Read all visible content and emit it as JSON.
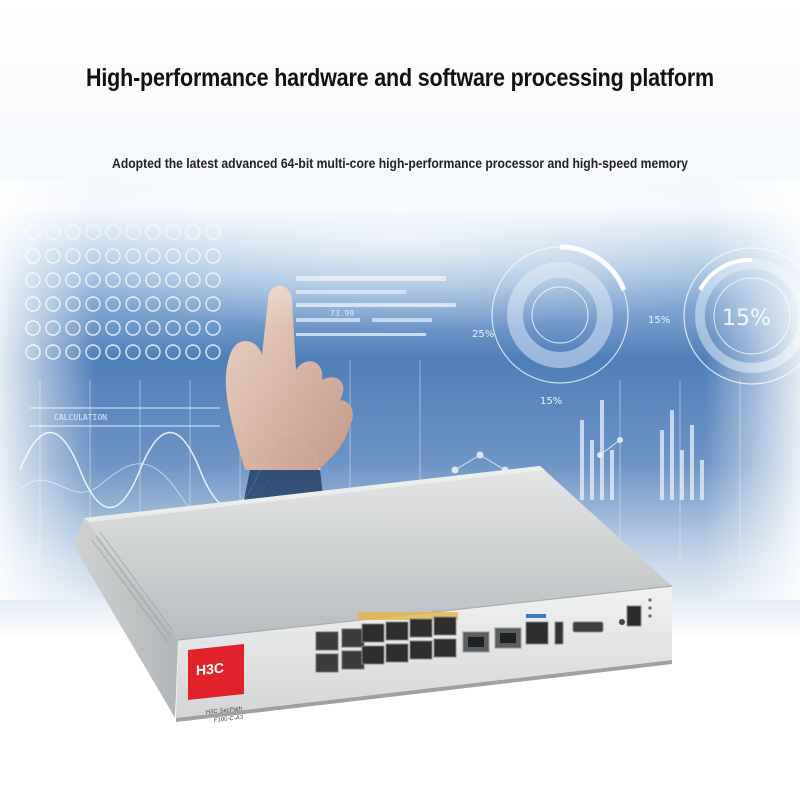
{
  "headline": "High-performance hardware and software processing platform",
  "subheadline": "Adopted the latest advanced 64-bit multi-core high-performance processor and high-speed memory",
  "background": {
    "ring_labels": [
      "25%",
      "15%",
      "15%",
      "15%"
    ],
    "panel_label": "CALCULATION",
    "readout": "73.99"
  },
  "device": {
    "brand": "H3C",
    "product_line": "H3C SecPath",
    "model": "F100-C-A3",
    "brand_color": "#e0232b",
    "chassis_color": "#c9cbcc"
  }
}
